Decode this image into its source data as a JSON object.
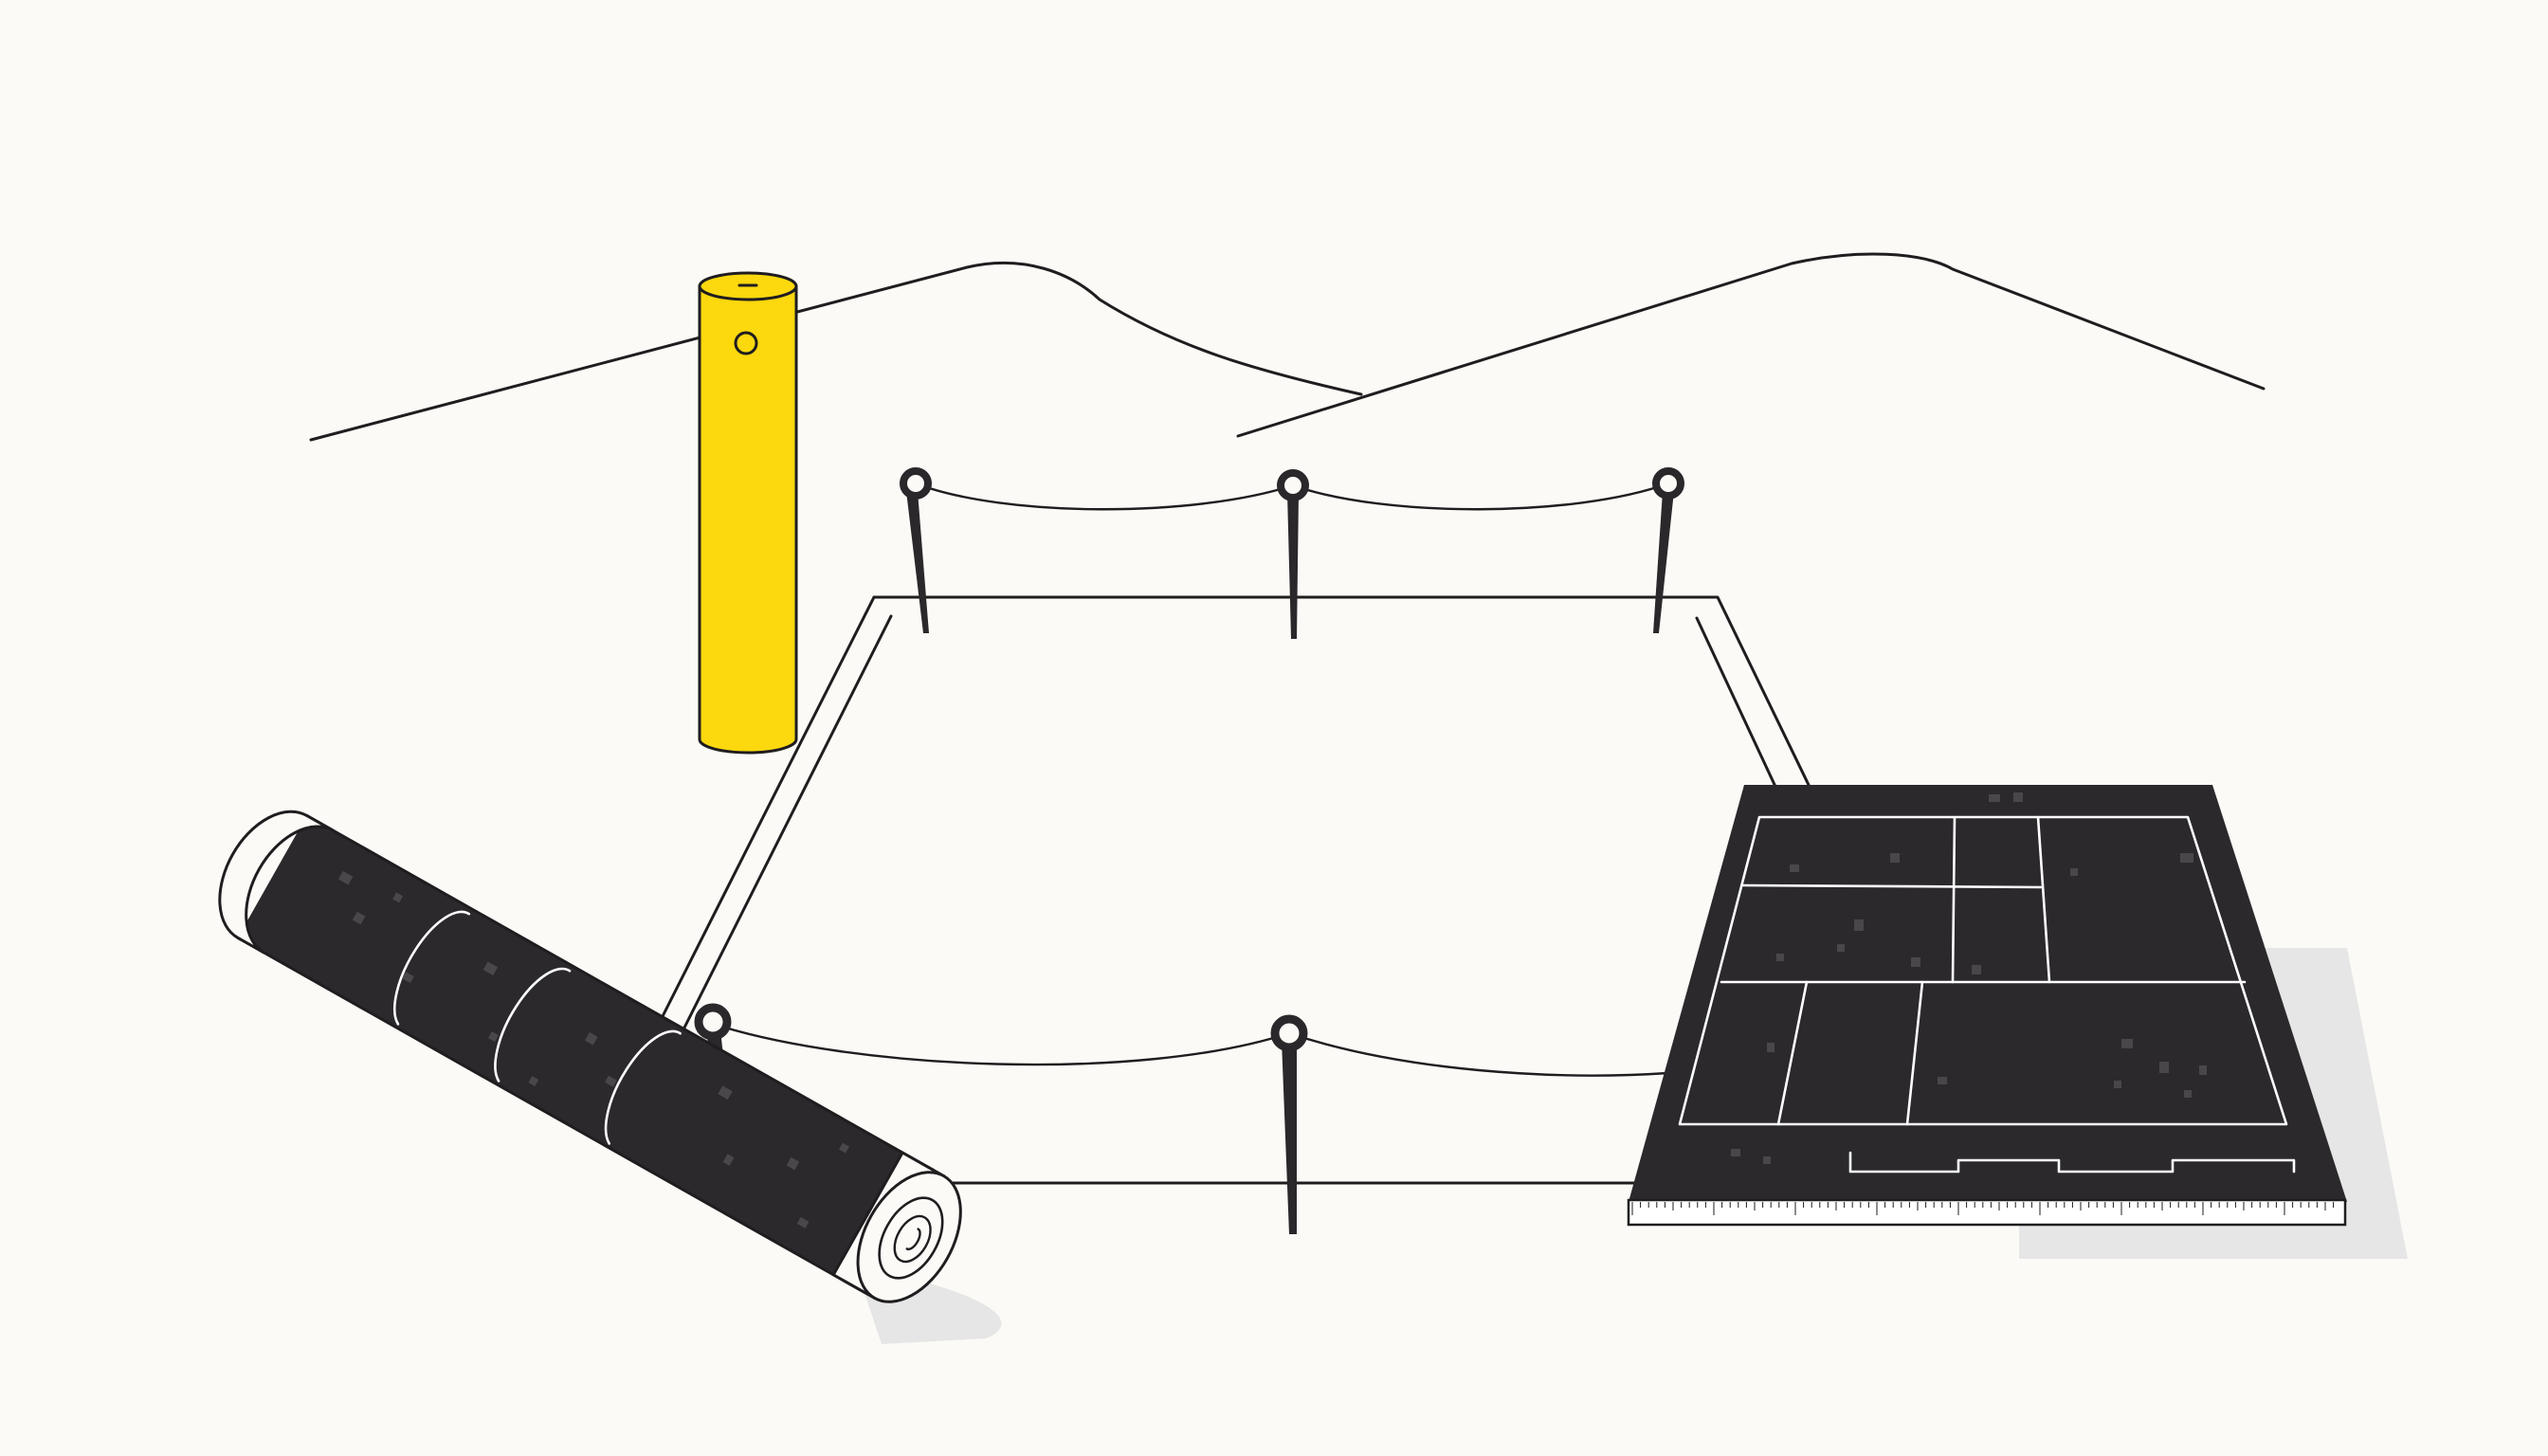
{
  "scene": {
    "colors": {
      "background": "#fbfaf6",
      "ink": "#1f1d1f",
      "marker_yellow": "#fcd80e",
      "shadow": "#e6e6e6",
      "speckle": "#4a474b"
    },
    "icons": [
      "hills-outline",
      "survey-marker-post",
      "boundary-stake",
      "boundary-rope",
      "land-plot-outline",
      "rolled-blueprint",
      "site-plan-map",
      "scale-ruler"
    ]
  }
}
